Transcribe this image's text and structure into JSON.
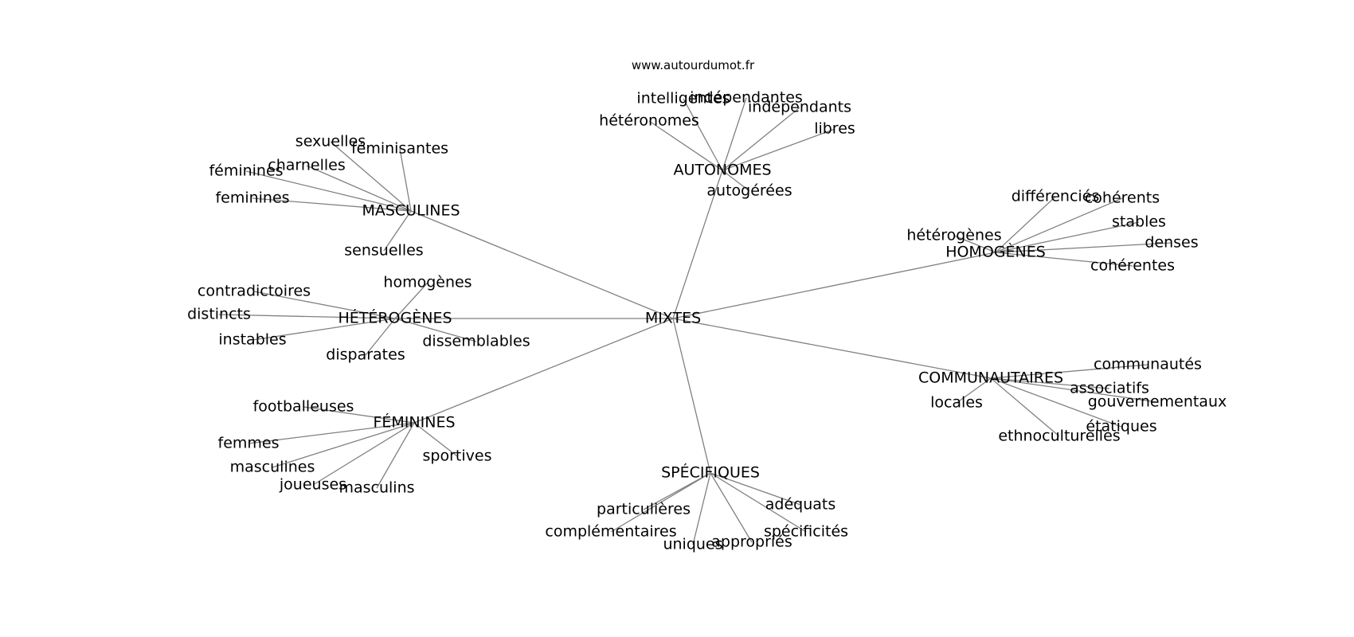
{
  "source": "www.autourdumot.fr",
  "graph": {
    "center": "MIXTES",
    "hubs": [
      {
        "label": "MASCULINES",
        "leaves": [
          "sexuelles",
          "féminisantes",
          "charnelles",
          "féminines",
          "feminines",
          "sensuelles"
        ]
      },
      {
        "label": "AUTONOMES",
        "leaves": [
          "intelligentes",
          "indépendantes",
          "indépendants",
          "hétéronomes",
          "libres",
          "autogérées"
        ]
      },
      {
        "label": "HOMOGÈNES",
        "leaves": [
          "différenciés",
          "cohérents",
          "stables",
          "hétérogènes",
          "denses",
          "cohérentes"
        ]
      },
      {
        "label": "HÉTÉROGÈNES",
        "leaves": [
          "homogènes",
          "contradictoires",
          "distincts",
          "instables",
          "disparates",
          "dissemblables"
        ]
      },
      {
        "label": "COMMUNAUTAIRES",
        "leaves": [
          "communautés",
          "associatifs",
          "gouvernementaux",
          "locales",
          "étatiques",
          "ethnoculturelles"
        ]
      },
      {
        "label": "FÉMININES",
        "leaves": [
          "footballeuses",
          "femmes",
          "masculines",
          "sportives",
          "joueuses",
          "masculins"
        ]
      },
      {
        "label": "SPÉCIFIQUES",
        "leaves": [
          "particulières",
          "adéquats",
          "complémentaires",
          "spécificités",
          "uniques",
          "appropriés"
        ]
      }
    ]
  }
}
